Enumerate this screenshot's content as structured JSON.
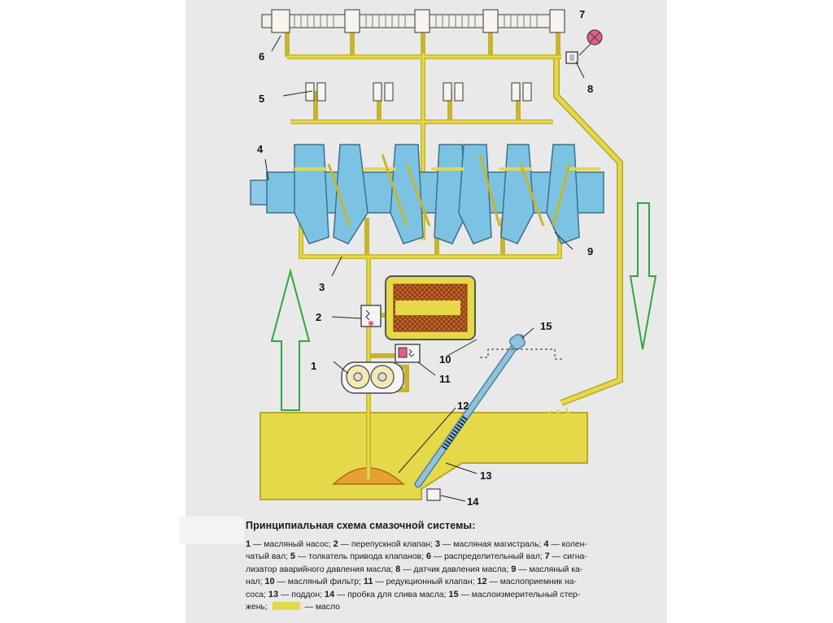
{
  "colors": {
    "oil": "#e5d94a",
    "oil_dark": "#b9a72a",
    "crank": "#7cc3e3",
    "filter": "#c9662a",
    "arrow": "#2ea83a",
    "alarm": "#e85c8a",
    "dipstick": "#8fc3dd",
    "pickup": "#e9a032"
  },
  "labels": {
    "n1": "1",
    "n2": "2",
    "n3": "3",
    "n4": "4",
    "n5": "5",
    "n6": "6",
    "n7": "7",
    "n8": "8",
    "n9": "9",
    "n10": "10",
    "n11": "11",
    "n12": "12",
    "n13": "13",
    "n14": "14",
    "n15": "15"
  },
  "caption": {
    "title": "Принципиальная схема смазочной системы:",
    "lines": [
      [
        {
          "b": "1"
        },
        {
          "t": " — масляный насос; "
        },
        {
          "b": "2"
        },
        {
          "t": " — перепускной клапан; "
        },
        {
          "b": "3"
        },
        {
          "t": " — масляная магистраль; "
        },
        {
          "b": "4"
        },
        {
          "t": " — колен-"
        }
      ],
      [
        {
          "t": "чатый вал; "
        },
        {
          "b": "5"
        },
        {
          "t": " — толкатель привода клапанов; "
        },
        {
          "b": "6"
        },
        {
          "t": " — распределительный вал; "
        },
        {
          "b": "7"
        },
        {
          "t": " — сигна-"
        }
      ],
      [
        {
          "t": "лизатор аварийного давления масла; "
        },
        {
          "b": "8"
        },
        {
          "t": " — датчик давления масла; "
        },
        {
          "b": "9"
        },
        {
          "t": " — масляный ка-"
        }
      ],
      [
        {
          "t": "нал; "
        },
        {
          "b": "10"
        },
        {
          "t": " — масляный фильтр; "
        },
        {
          "b": "11"
        },
        {
          "t": " — редукционный клапан; "
        },
        {
          "b": "12"
        },
        {
          "t": " — маслоприемник на-"
        }
      ],
      [
        {
          "t": "соса; "
        },
        {
          "b": "13"
        },
        {
          "t": " — поддон; "
        },
        {
          "b": "14"
        },
        {
          "t": " — пробка для слива масла; "
        },
        {
          "b": "15"
        },
        {
          "t": " — маслоизмерительный стер-"
        }
      ],
      [
        {
          "t": "жень; "
        },
        {
          "swatch": true
        },
        {
          "t": " — масло"
        }
      ]
    ]
  }
}
